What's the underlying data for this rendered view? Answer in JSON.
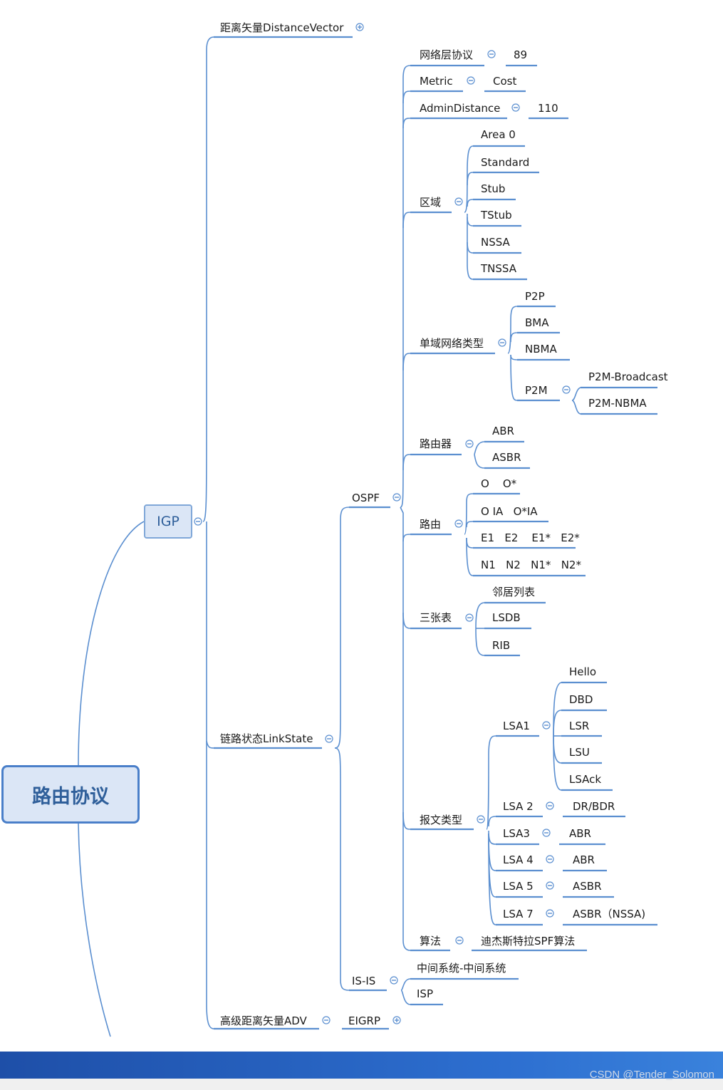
{
  "root": "路由协议",
  "igp": "IGP",
  "dv": "距离矢量DistanceVector",
  "ls": "链路状态LinkState",
  "adv": "高级距离矢量ADV",
  "eigrp": "EIGRP",
  "ospf": "OSPF",
  "isis": "IS-IS",
  "isis_children": [
    "中间系统-中间系统",
    "ISP"
  ],
  "ospf_protocol": {
    "label": "网络层协议",
    "value": "89"
  },
  "ospf_metric": {
    "label": "Metric",
    "value": "Cost"
  },
  "ospf_ad": {
    "label": "AdminDistance",
    "value": "110"
  },
  "areas": {
    "label": "区域",
    "items": [
      "Area 0",
      "Standard",
      "Stub",
      "TStub",
      "NSSA",
      "TNSSA"
    ]
  },
  "nettypes": {
    "label": "单域网络类型",
    "items": [
      "P2P",
      "BMA",
      "NBMA",
      "P2M"
    ],
    "p2m_children": [
      "P2M-Broadcast",
      "P2M-NBMA"
    ]
  },
  "routers": {
    "label": "路由器",
    "items": [
      "ABR",
      "ASBR"
    ]
  },
  "routes": {
    "label": "路由",
    "items": [
      "O    O*",
      "O IA   O*IA",
      "E1   E2    E1*   E2*",
      "N1   N2   N1*   N2*"
    ]
  },
  "tables": {
    "label": "三张表",
    "items": [
      "邻居列表",
      "LSDB",
      "RIB"
    ]
  },
  "packets": {
    "label": "报文类型",
    "lsa1": {
      "label": "LSA1",
      "items": [
        "Hello",
        "DBD",
        "LSR",
        "LSU",
        "LSAck"
      ]
    },
    "lsa2": {
      "label": "LSA 2",
      "value": "DR/BDR"
    },
    "lsa3": {
      "label": "LSA3",
      "value": "ABR"
    },
    "lsa4": {
      "label": "LSA 4",
      "value": "ABR"
    },
    "lsa5": {
      "label": "LSA 5",
      "value": "ASBR"
    },
    "lsa7": {
      "label": "LSA 7",
      "value": "ASBR（NSSA)"
    }
  },
  "algo": {
    "label": "算法",
    "value": "迪杰斯特拉SPF算法"
  },
  "watermark": "CSDN @Tender_Solomon",
  "colors": {
    "line": "#5b8fd0",
    "root_fill": "#dbe6f6",
    "footer": "#2d6fd0"
  }
}
